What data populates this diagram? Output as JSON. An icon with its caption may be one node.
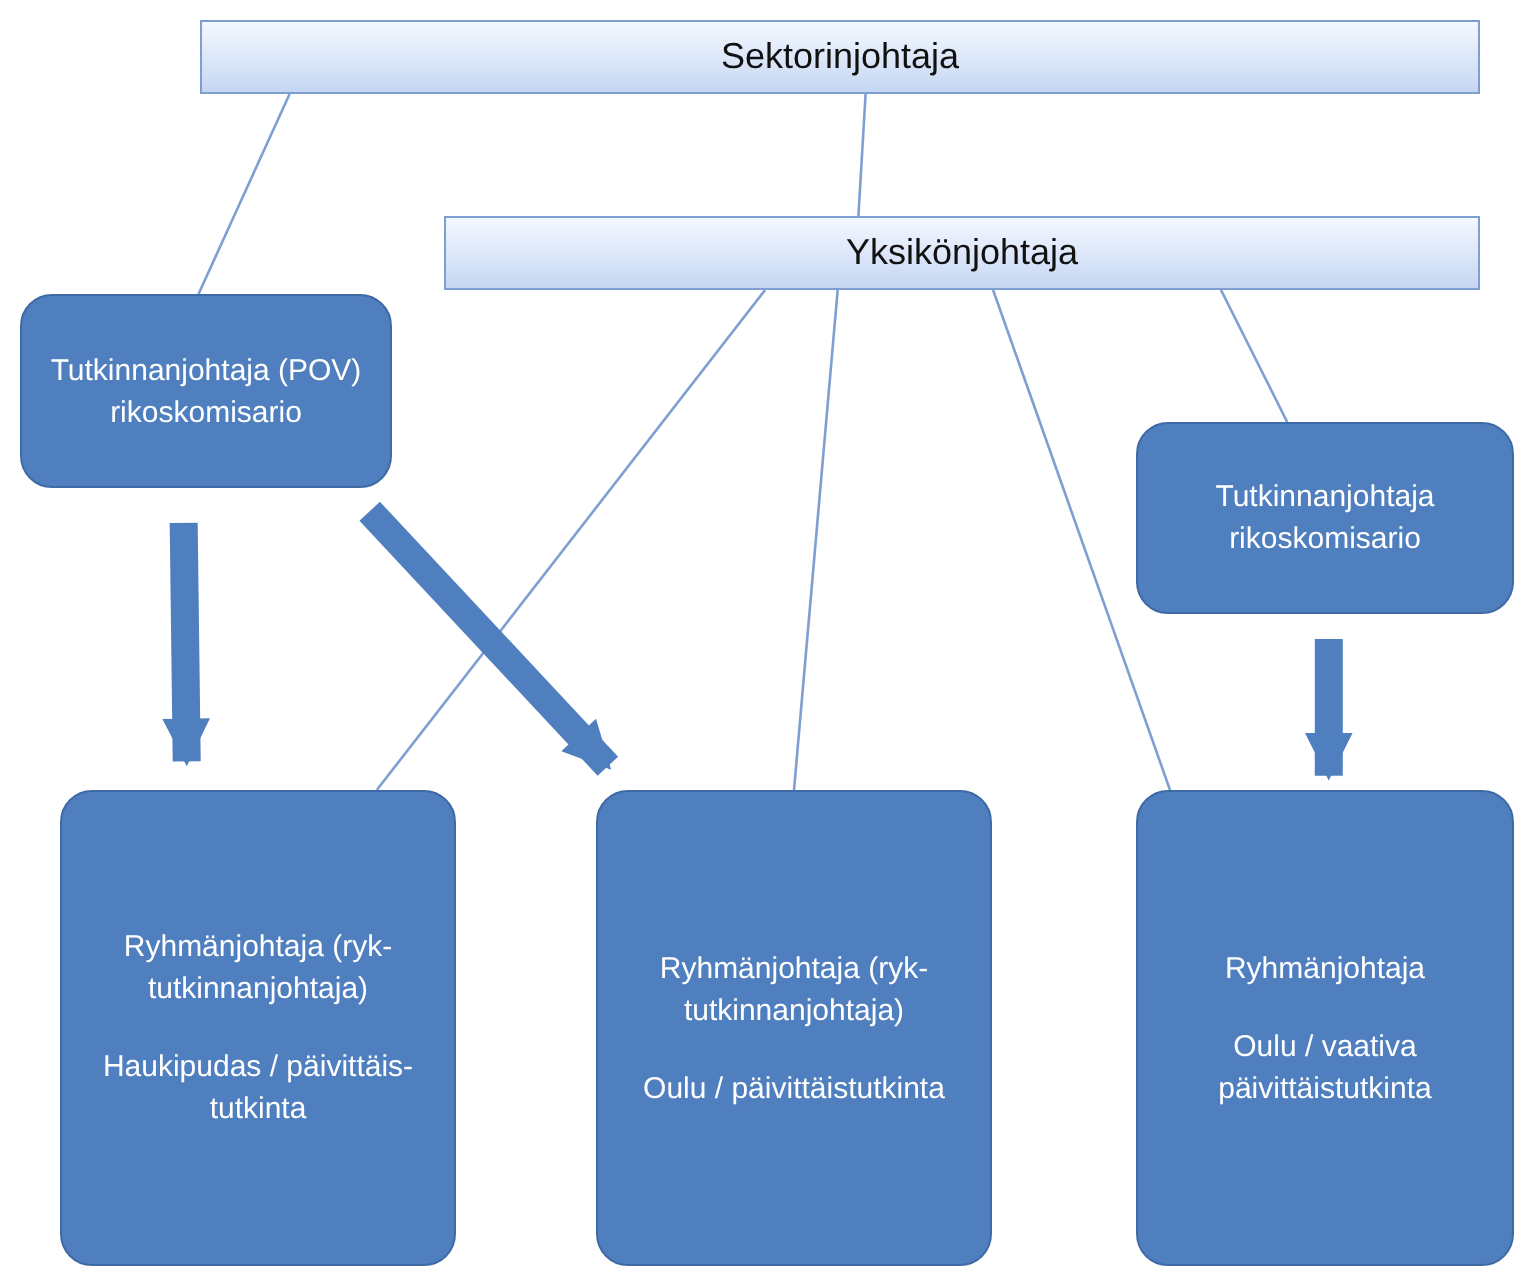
{
  "diagram": {
    "nodes": [
      {
        "text": [
          "Sektorinjohtaja"
        ]
      },
      {
        "text": [
          "Yksikönjohtaja"
        ]
      },
      {
        "text": [
          "Tutkinnanjohtaja (POV) rikoskomisario"
        ]
      },
      {
        "text": [
          "Tutkinnanjohtaja rikoskomisario"
        ]
      },
      {
        "text": [
          "Ryhmänjohtaja (ryk-tutkinnanjohtaja)",
          "Haukipudas / päivittäis-tutkinta"
        ]
      },
      {
        "text": [
          "Ryhmänjohtaja (ryk-tutkinnanjohtaja)",
          "Oulu / päivittäistutkinta"
        ]
      },
      {
        "text": [
          "Ryhmänjohtaja",
          "Oulu / vaativa päivittäistutkinta"
        ]
      }
    ],
    "edges": [
      {
        "from": 0,
        "to": 2,
        "arrow": "none"
      },
      {
        "from": 0,
        "to": 1,
        "arrow": "none"
      },
      {
        "from": 1,
        "to": 4,
        "arrow": "none"
      },
      {
        "from": 1,
        "to": 5,
        "arrow": "none"
      },
      {
        "from": 1,
        "to": 6,
        "arrow": "none"
      },
      {
        "from": 1,
        "to": 3,
        "arrow": "none"
      },
      {
        "from": 2,
        "to": 4,
        "arrow": "to",
        "style": "thick"
      },
      {
        "from": 2,
        "to": 5,
        "arrow": "to",
        "style": "thick"
      },
      {
        "from": 3,
        "to": 6,
        "arrow": "to",
        "style": "thick"
      }
    ]
  }
}
